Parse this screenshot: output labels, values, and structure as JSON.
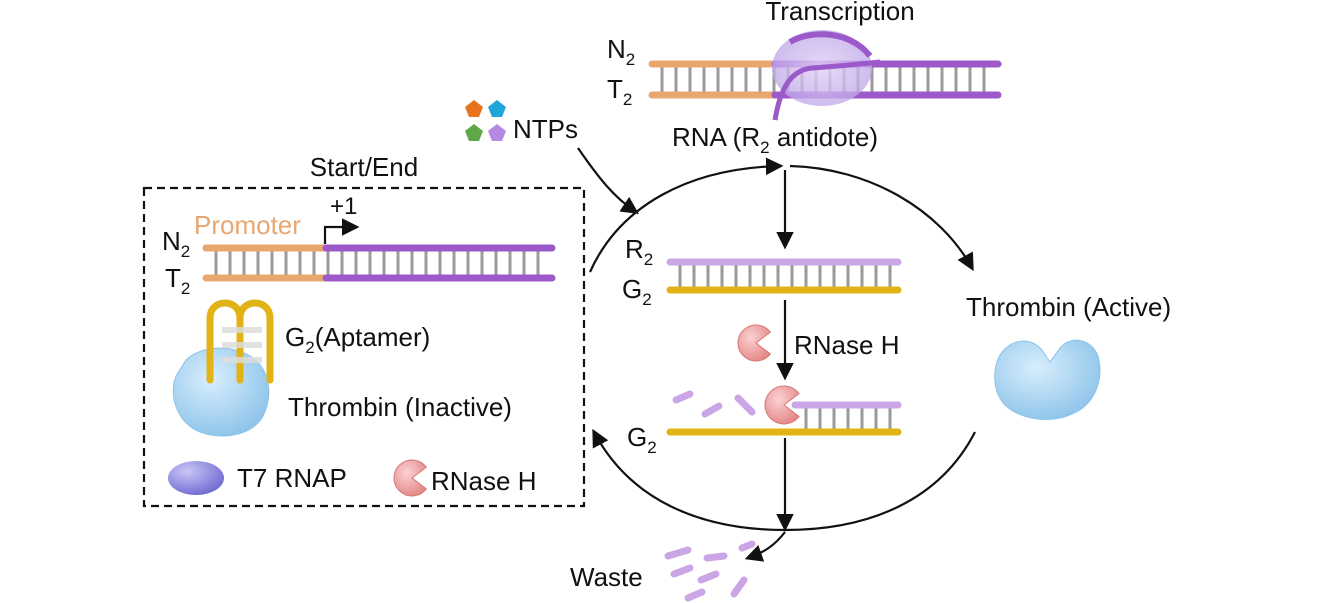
{
  "title": "Transcription",
  "ntps_label": "NTPs",
  "rna_label": {
    "prefix": "RNA (R",
    "sub": "2",
    "suffix": " antidote)"
  },
  "strands": {
    "n_letter": "N",
    "n_sub": "2",
    "t_letter": "T",
    "t_sub": "2",
    "r_letter": "R",
    "r_sub": "2",
    "g_letter": "G",
    "g_sub": "2"
  },
  "box": {
    "title": "Start/End",
    "promoter": "Promoter",
    "tss": "+1",
    "aptamer": {
      "letter": "G",
      "sub": "2",
      "text": "(Aptamer)"
    },
    "thrombin_inactive": "Thrombin (Inactive)",
    "legend": {
      "t7": "T7 RNAP",
      "rnase": "RNase H"
    }
  },
  "rnase_step": "RNase H",
  "thrombin_active": "Thrombin (Active)",
  "waste": "Waste",
  "colors": {
    "promoter": "#E8A76F",
    "dna_strand": "#9B59C9",
    "rna": "#CBA6E6",
    "aptamer": "#E2B317",
    "rungs": "#9A9A9A",
    "thrombin": "#A8D3F2",
    "t7": "#8F8BE0",
    "rnase": "#F0A0A0",
    "ntp_colors": [
      "#E8731F",
      "#1FA6D8",
      "#5FA84A",
      "#B58AE2"
    ]
  }
}
